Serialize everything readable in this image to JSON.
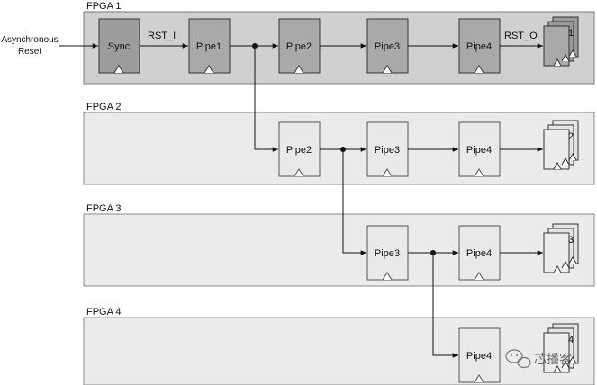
{
  "input": {
    "line1": "Asynchronous",
    "line2": "Reset"
  },
  "fpgas": [
    {
      "label": "FPGA 1"
    },
    {
      "label": "FPGA 2"
    },
    {
      "label": "FPGA 3"
    },
    {
      "label": "FPGA 4"
    }
  ],
  "signals": {
    "rst_i": "RST_I",
    "rst_o": "RST_O"
  },
  "registers": {
    "sync": "Sync",
    "f1_pipe1": "Pipe1",
    "f1_pipe2": "Pipe2",
    "f1_pipe3": "Pipe3",
    "f1_pipe4": "Pipe4",
    "f2_pipe2": "Pipe2",
    "f2_pipe3": "Pipe3",
    "f2_pipe4": "Pipe4",
    "f3_pipe3": "Pipe3",
    "f3_pipe4": "Pipe4",
    "f4_pipe4": "Pipe4"
  },
  "outputs": {
    "out1": "1",
    "out2": "2",
    "out3": "3",
    "out4": "4"
  },
  "watermark": {
    "text": "芯播客"
  },
  "colors": {
    "fpga1_bg": "#d0d0d0",
    "fpga_bg": "#ebebeb",
    "register_dark": "#a9a9a9",
    "register_light": "#e9e9e9",
    "sync_fill": "#9c9c9c",
    "line": "#111111"
  }
}
